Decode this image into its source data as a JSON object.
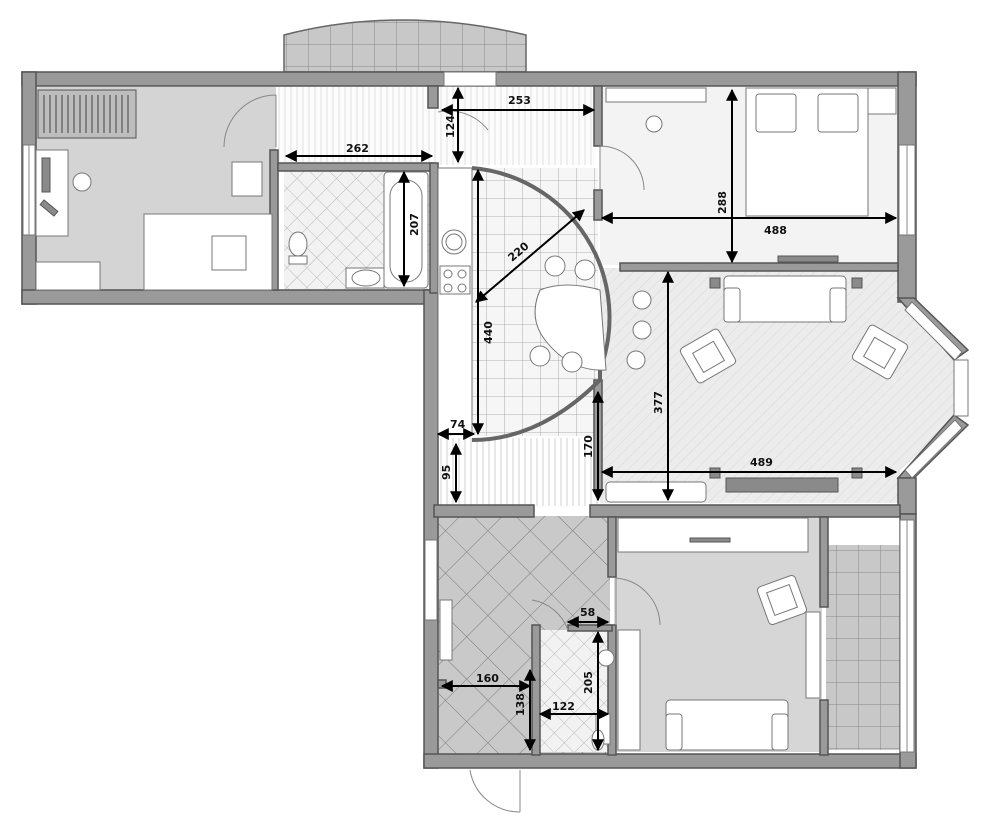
{
  "plan": {
    "dimensions": [
      {
        "id": "dim-262",
        "label": "262"
      },
      {
        "id": "dim-253",
        "label": "253"
      },
      {
        "id": "dim-124",
        "label": "124"
      },
      {
        "id": "dim-207",
        "label": "207"
      },
      {
        "id": "dim-288",
        "label": "288"
      },
      {
        "id": "dim-488",
        "label": "488"
      },
      {
        "id": "dim-220",
        "label": "220"
      },
      {
        "id": "dim-440",
        "label": "440"
      },
      {
        "id": "dim-74",
        "label": "74"
      },
      {
        "id": "dim-377",
        "label": "377"
      },
      {
        "id": "dim-170",
        "label": "170"
      },
      {
        "id": "dim-489",
        "label": "489"
      },
      {
        "id": "dim-95",
        "label": "95"
      },
      {
        "id": "dim-58",
        "label": "58"
      },
      {
        "id": "dim-160",
        "label": "160"
      },
      {
        "id": "dim-205",
        "label": "205"
      },
      {
        "id": "dim-138",
        "label": "138"
      },
      {
        "id": "dim-122",
        "label": "122"
      }
    ]
  },
  "colors": {
    "wall": "#9a9a9a",
    "floor_office": "#d4d4d4",
    "floor_living": "#ececec",
    "floor_bedroom2": "#d6d6d6",
    "tile": "#dcdcdc",
    "balcony": "#c8c8c8"
  }
}
